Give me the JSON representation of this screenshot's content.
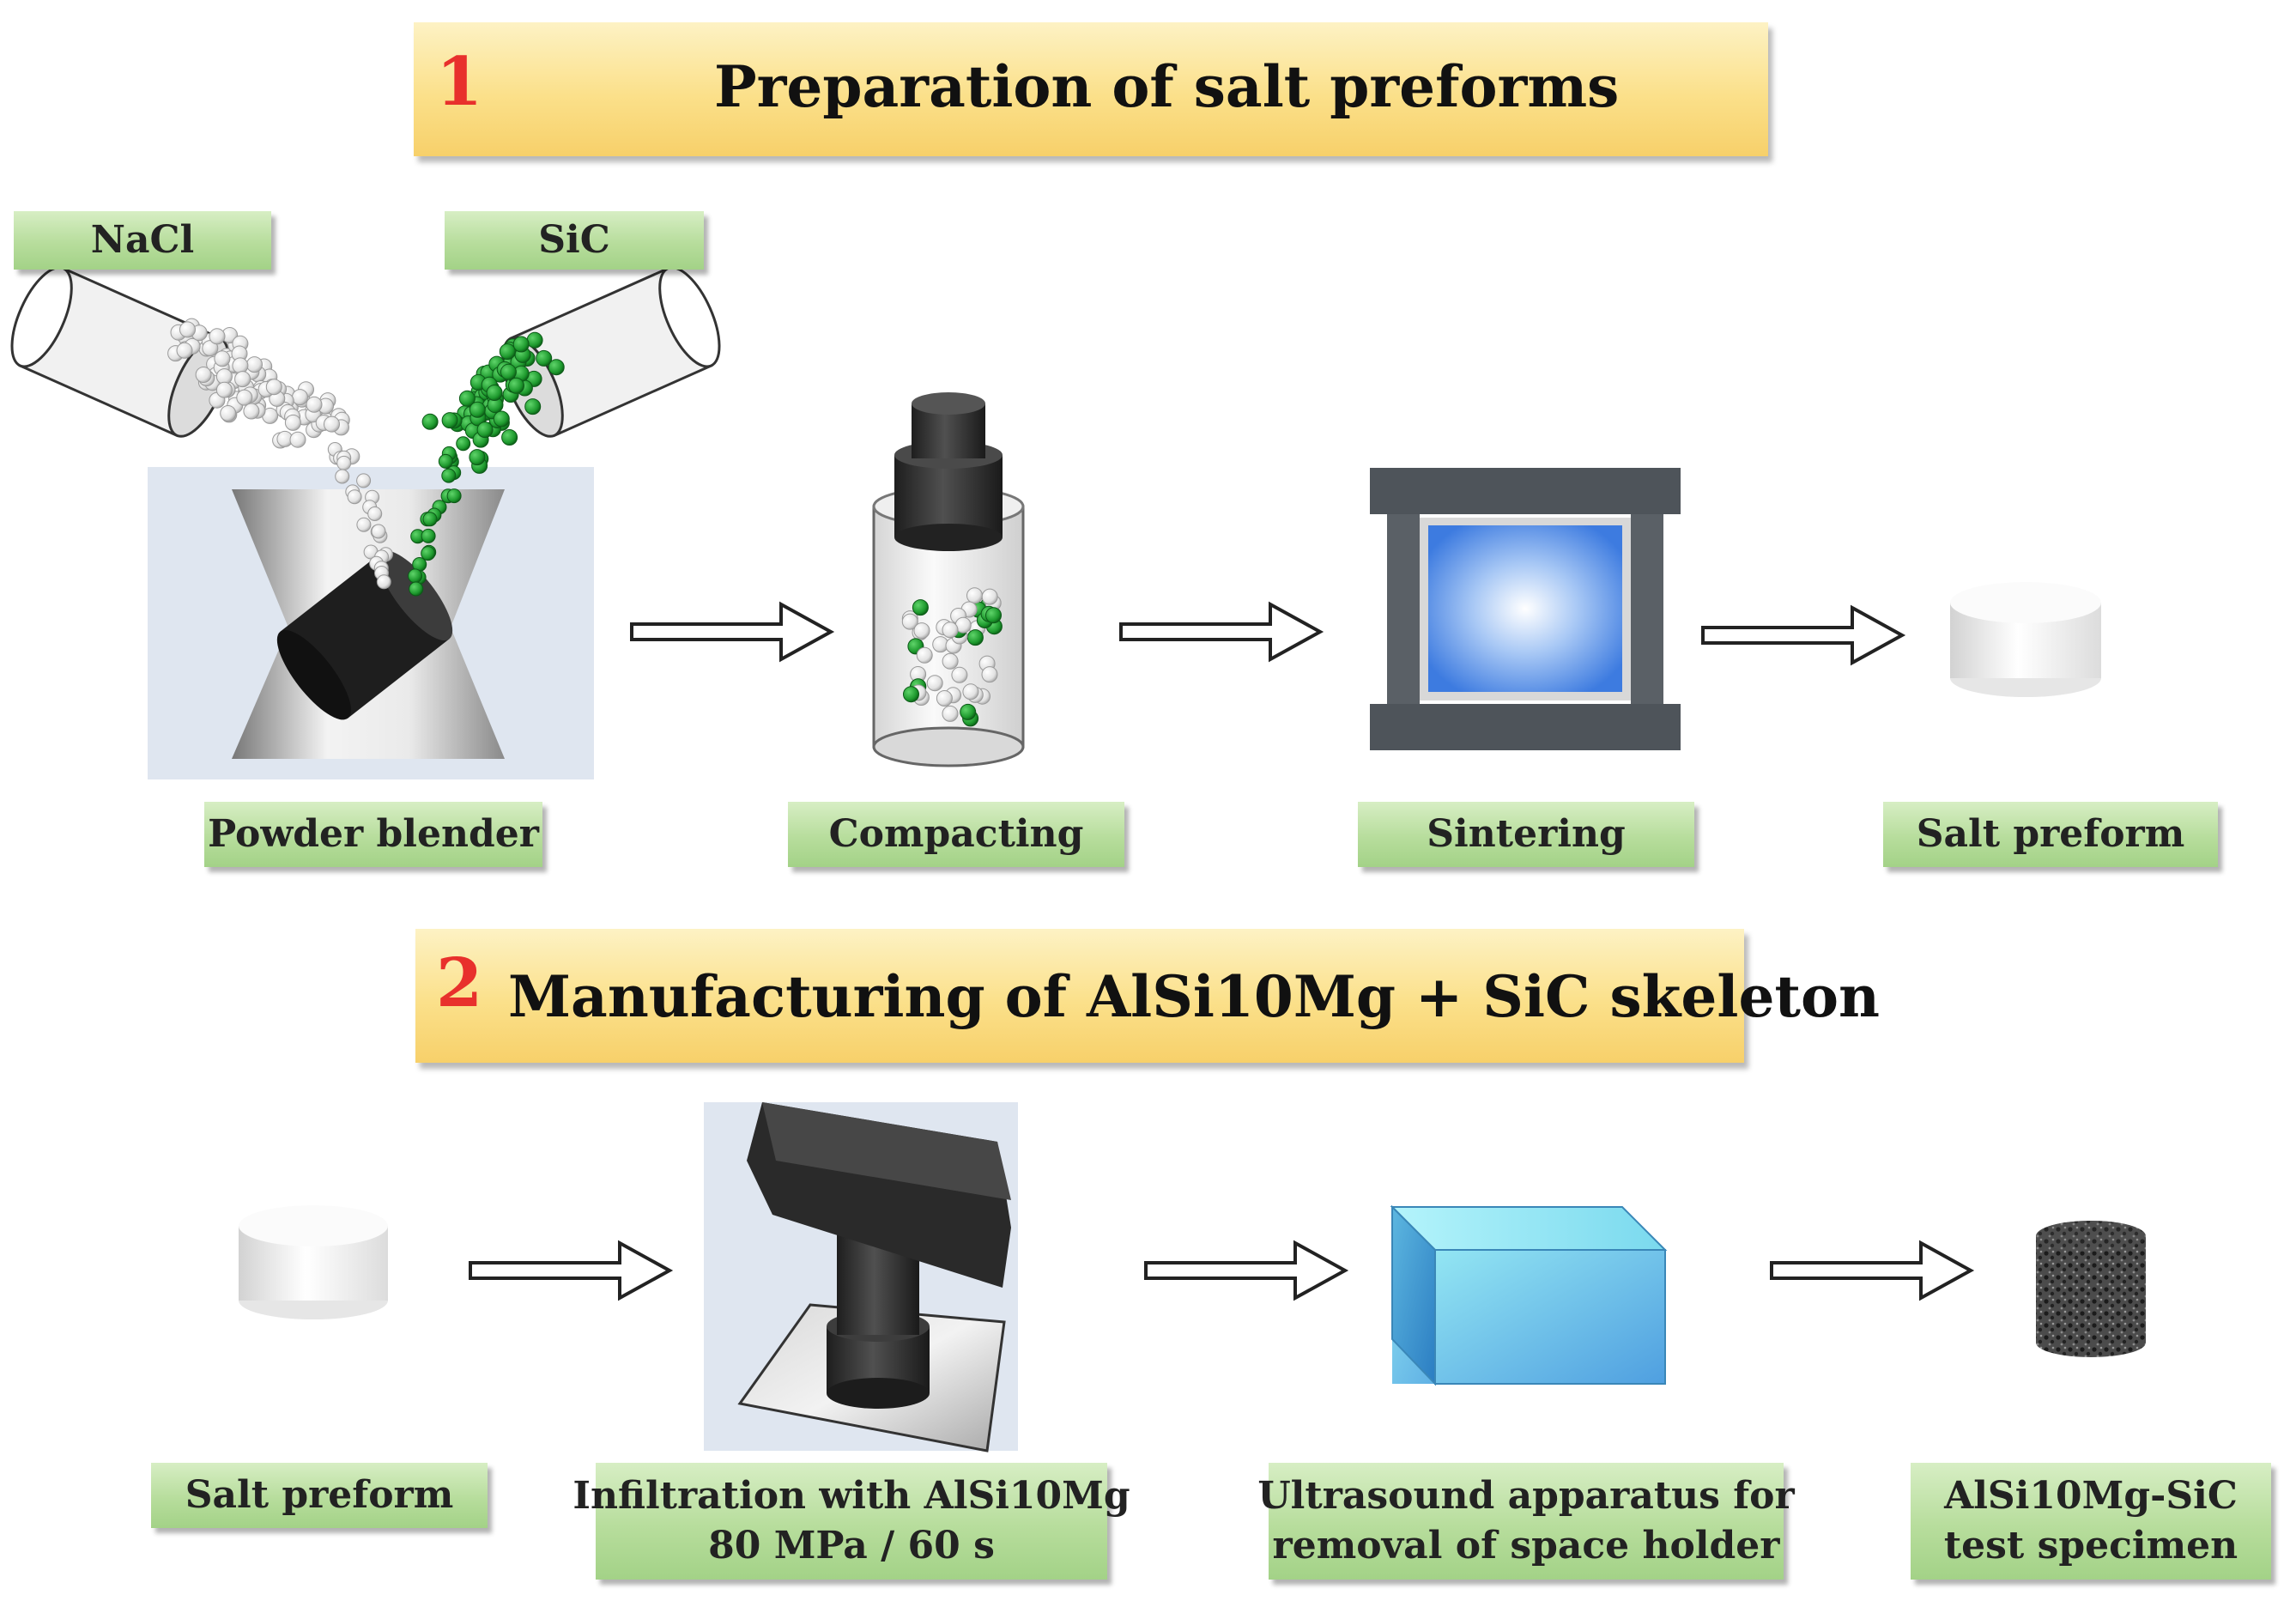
{
  "step1": {
    "number": "1",
    "title": "Preparation of salt preforms"
  },
  "step2": {
    "number": "2",
    "title": "Manufacturing of AlSi10Mg + SiC skeleton"
  },
  "row1": {
    "nacl_label": "NaCl",
    "sic_label": "SiC",
    "blender_label": "Powder blender",
    "compacting_label": "Compacting",
    "sintering_label": "Sintering",
    "preform_label": "Salt preform"
  },
  "row2": {
    "preform_label": "Salt preform",
    "infiltration_line1": "Infiltration with AlSi10Mg",
    "infiltration_line2": "80 MPa / 60 s",
    "ultrasound_line1": "Ultrasound apparatus for",
    "ultrasound_line2": "removal of space holder",
    "specimen_line1": "AlSi10Mg-SiC",
    "specimen_line2": "test specimen"
  },
  "colors": {
    "banner": "#fbe08a",
    "number": "#e8302c",
    "label_box": "#b7dd9c",
    "sic_particle": "#1e9a2e"
  }
}
